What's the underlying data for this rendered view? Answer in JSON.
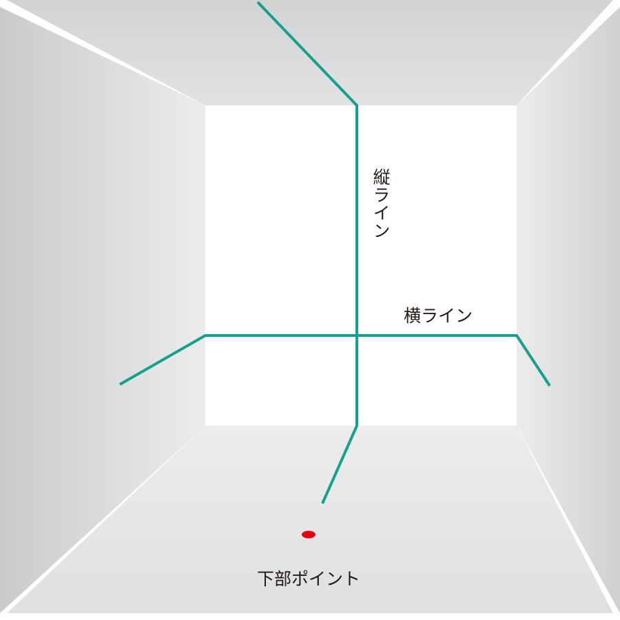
{
  "labels": {
    "vertical_line": "縦ライン",
    "horizontal_line": "横ライン",
    "bottom_point": "下部ポイント"
  },
  "colors": {
    "laser_line": "#13a08c",
    "laser_point": "#e60012",
    "label_text": "#231815",
    "back_wall": "#ffffff",
    "ceiling": "#d9dadb",
    "side_wall": "#cfd0d1",
    "floor": "#e4e5e6"
  }
}
